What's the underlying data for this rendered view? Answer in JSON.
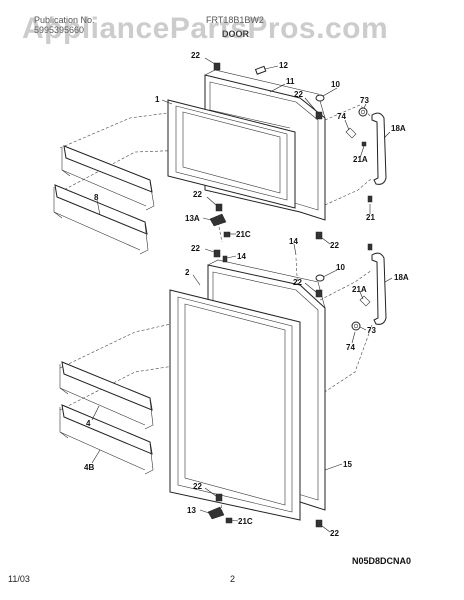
{
  "header": {
    "publication_label": "Publication No.",
    "publication_number": "5995395660",
    "model": "FRT18B1BW2",
    "section": "DOOR"
  },
  "watermark": "AppliancePartsPros.com",
  "callouts": [
    "22",
    "12",
    "11",
    "10",
    "1",
    "22",
    "73",
    "74",
    "18A",
    "21A",
    "8",
    "22",
    "13A",
    "21C",
    "21",
    "22",
    "22",
    "14",
    "14",
    "2",
    "10",
    "22",
    "18A",
    "21A",
    "73",
    "74",
    "4",
    "15",
    "4B",
    "22",
    "13",
    "21C",
    "22"
  ],
  "diagram_code": "N05D8DCNA0",
  "footer": {
    "date": "11/03",
    "page": "2"
  }
}
